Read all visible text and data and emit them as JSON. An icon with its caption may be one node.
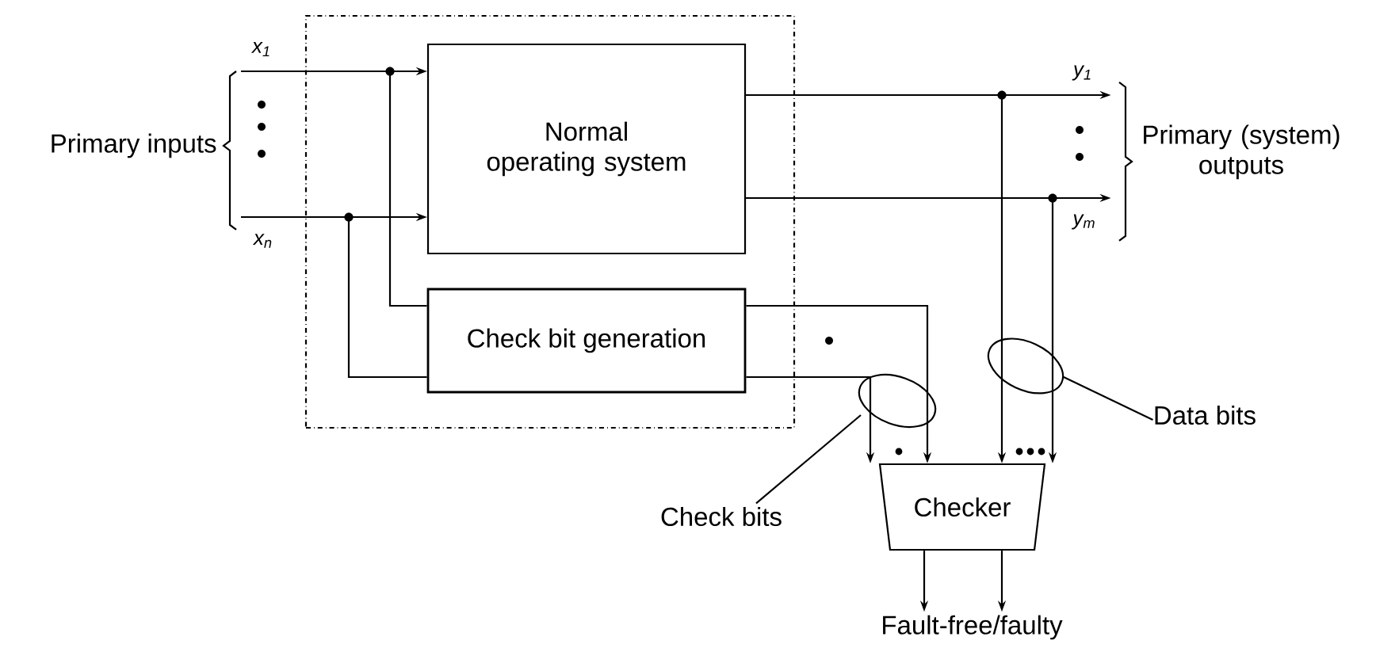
{
  "diagram": {
    "nodes": [
      {
        "text": [],
        "shape": "box"
      },
      {
        "text": [
          "Normal operating system"
        ],
        "in": 0
      },
      {
        "text": [
          "Check bit generation"
        ],
        "in": 0
      },
      {
        "text": [
          "Primary inputs"
        ]
      },
      {
        "text": [
          "Primary (system) outputs"
        ]
      },
      {
        "text": [
          "Check bits"
        ]
      },
      {
        "text": [
          "Data bits"
        ]
      },
      {
        "text": [
          "Checker"
        ]
      },
      {
        "text": [
          "Fault-free/faulty"
        ]
      }
    ],
    "edges": [
      {
        "from": 3,
        "to": 1,
        "arrow": "to",
        "label": "x$_{1}$"
      },
      {
        "from": 3,
        "to": 1,
        "arrow": "to",
        "label": "x$_{n}$"
      },
      {
        "from": 3,
        "to": 2,
        "arrow": "none"
      },
      {
        "from": 3,
        "to": 2,
        "arrow": "none"
      },
      {
        "from": 1,
        "to": 4,
        "arrow": "to",
        "label": "y$_{1}$"
      },
      {
        "from": 1,
        "to": 4,
        "arrow": "to",
        "label": "y$_{m}$"
      },
      {
        "from": 1,
        "to": 7,
        "arrow": "to"
      },
      {
        "from": 1,
        "to": 7,
        "arrow": "to"
      },
      {
        "from": 2,
        "to": 7,
        "arrow": "to"
      },
      {
        "from": 2,
        "to": 7,
        "arrow": "to"
      },
      {
        "from": 7,
        "to": 8,
        "arrow": "to"
      },
      {
        "from": 7,
        "to": 8,
        "arrow": "to"
      },
      {
        "from": 5,
        "to": null,
        "arrow": "none"
      },
      {
        "from": 6,
        "to": null,
        "arrow": "none"
      }
    ]
  }
}
